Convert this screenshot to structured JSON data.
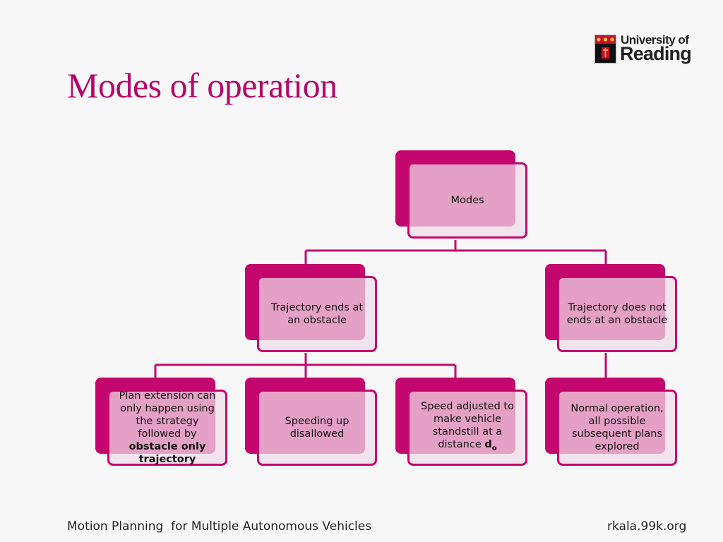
{
  "slide": {
    "title": "Modes of operation",
    "footer_left": "Motion Planning  for Multiple Autonomous Vehicles",
    "footer_right": "rkala.99k.org"
  },
  "logo": {
    "line1": "University of",
    "line2": "Reading"
  },
  "diagram": {
    "root": {
      "label": "Modes"
    },
    "level1": [
      {
        "label": "Trajectory ends at an obstacle"
      },
      {
        "label": "Trajectory does not ends at an obstacle"
      }
    ],
    "level2": [
      {
        "label_before": "Plan extension can only happen using the strategy followed by ",
        "label_bold": "obstacle only trajectory"
      },
      {
        "label": "Speeding up disallowed"
      },
      {
        "label_before": "Speed adjusted to make vehicle standstill at a distance ",
        "label_bold": "d",
        "label_sub": "o"
      },
      {
        "label": "Normal operation, all possible subsequent plans explored"
      }
    ]
  },
  "colors": {
    "accent": "#c4076e",
    "title": "#b3086b",
    "node_fill": "#f0dce8",
    "background": "#f7f7f7"
  }
}
